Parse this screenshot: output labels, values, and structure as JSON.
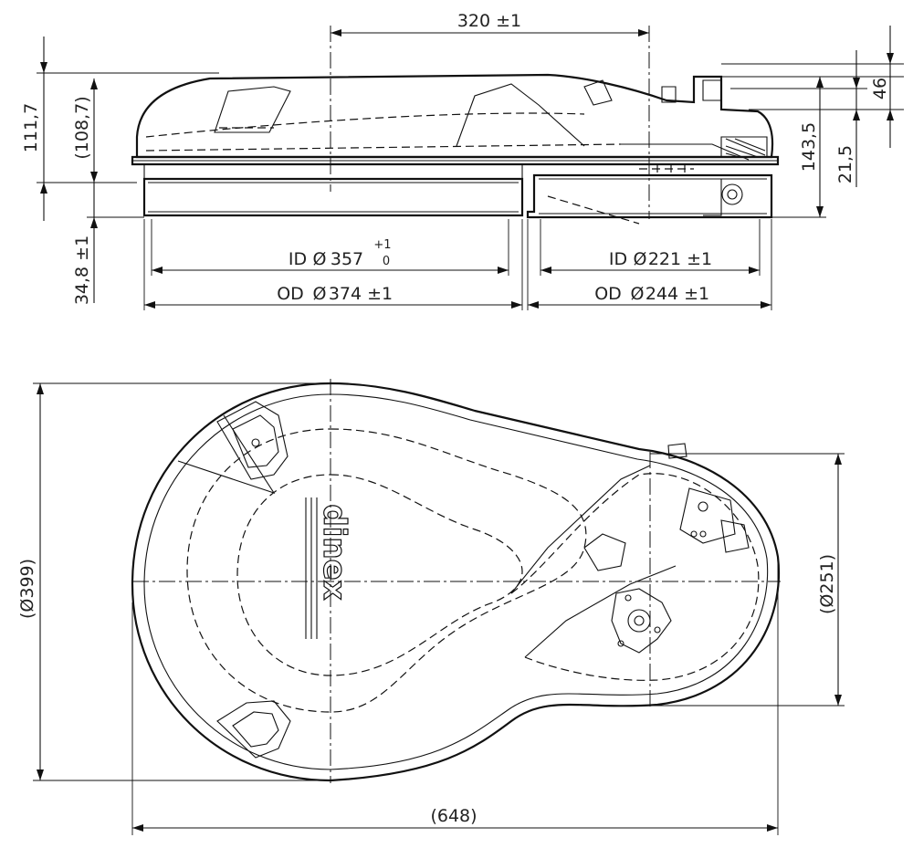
{
  "side_view": {
    "dims": {
      "top_width": "320 ±1",
      "height_total": "111,7",
      "height_body": "(108,7)",
      "lower_height": "34,8 ±1",
      "right_height": "143,5",
      "right_top": "46",
      "right_mid": "21,5",
      "id_large_prefix": "ID",
      "id_large_value": "357",
      "id_large_tol_upper": "+1",
      "id_large_tol_lower": "0",
      "od_large_prefix": "OD",
      "od_large_value": "374 ±1",
      "id_small_prefix": "ID",
      "id_small_value": "221 ±1",
      "od_small_prefix": "OD",
      "od_small_value": "244 ±1",
      "diameter_symbol": "Ø"
    }
  },
  "top_view": {
    "dims": {
      "height": "(Ø399)",
      "right_dia": "(Ø251)",
      "width": "(648)"
    },
    "logo_text": "dinex"
  }
}
